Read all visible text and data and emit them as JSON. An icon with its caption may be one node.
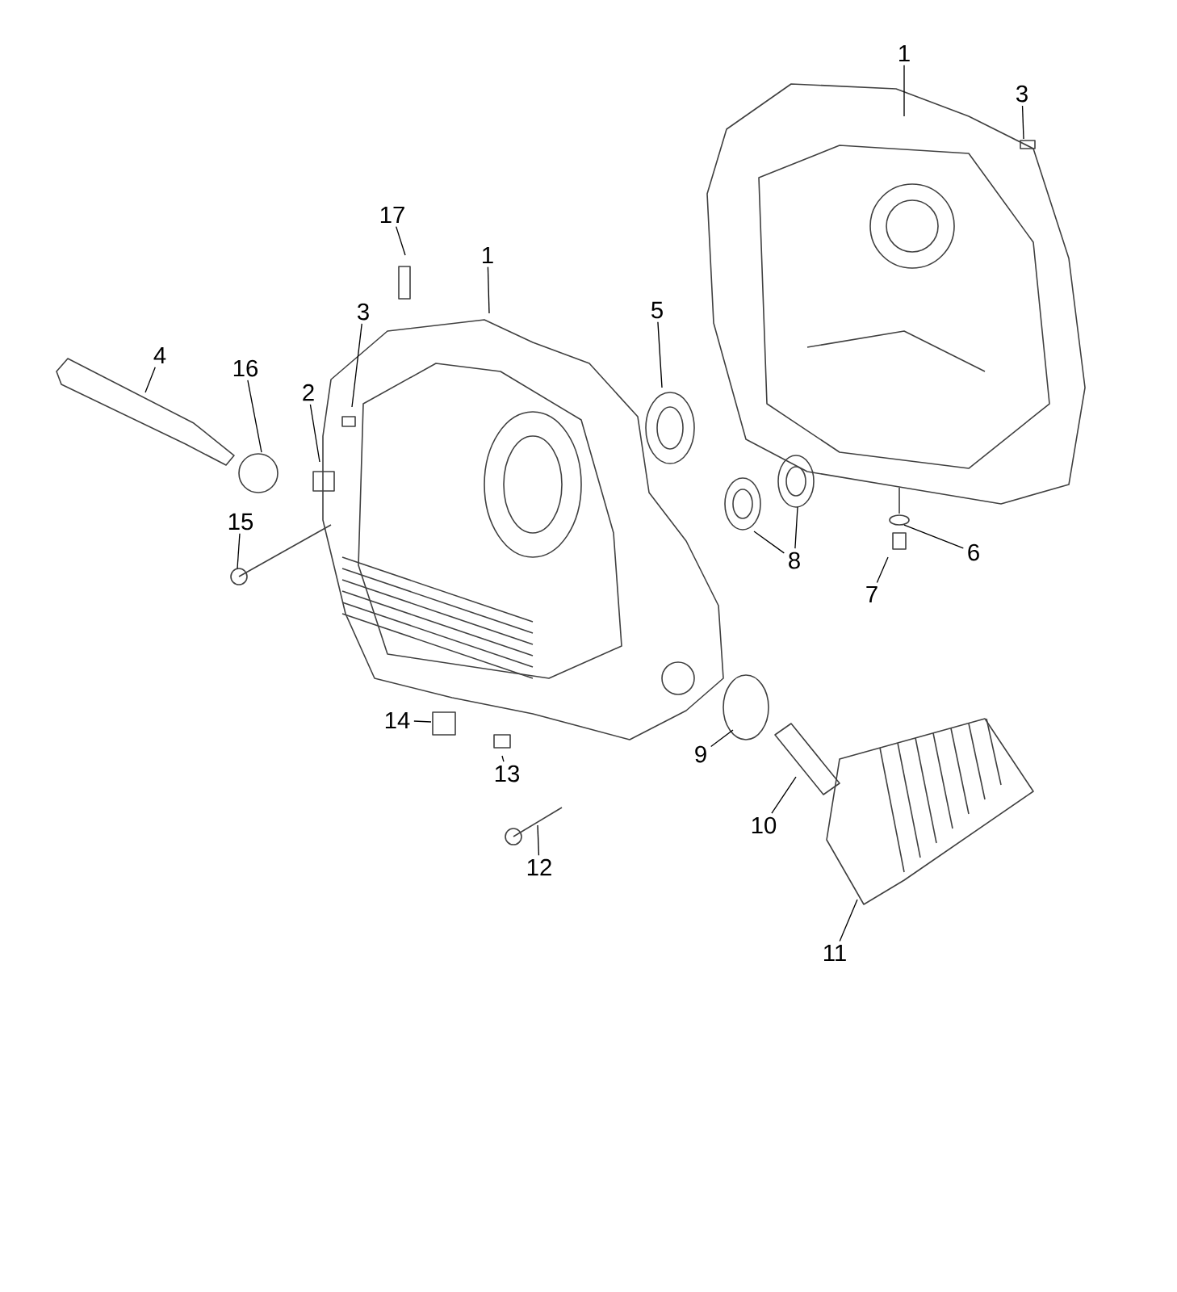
{
  "diagram": {
    "nodes": [
      {
        "text": [
          "1"
        ]
      },
      {
        "text": [
          "3"
        ]
      },
      {
        "text": [
          "17"
        ]
      },
      {
        "text": [
          "1"
        ]
      },
      {
        "text": [
          "3"
        ]
      },
      {
        "text": [
          "4"
        ]
      },
      {
        "text": [
          "16"
        ]
      },
      {
        "text": [
          "2"
        ]
      },
      {
        "text": [
          "5"
        ]
      },
      {
        "text": [
          "15"
        ]
      },
      {
        "text": [
          "8"
        ]
      },
      {
        "text": [
          "6"
        ]
      },
      {
        "text": [
          "7"
        ]
      },
      {
        "text": [
          "14"
        ]
      },
      {
        "text": [
          "9"
        ]
      },
      {
        "text": [
          "13"
        ]
      },
      {
        "text": [
          "10"
        ]
      },
      {
        "text": [
          "12"
        ]
      },
      {
        "text": [
          "11"
        ]
      }
    ],
    "edges": [
      {
        "from": 0,
        "to": null,
        "arrow": "none"
      },
      {
        "from": 1,
        "to": null,
        "arrow": "none"
      },
      {
        "from": 2,
        "to": null,
        "arrow": "none"
      },
      {
        "from": 3,
        "to": null,
        "arrow": "none"
      },
      {
        "from": 4,
        "to": null,
        "arrow": "none"
      },
      {
        "from": 5,
        "to": null,
        "arrow": "none"
      },
      {
        "from": 6,
        "to": null,
        "arrow": "none"
      },
      {
        "from": 7,
        "to": null,
        "arrow": "none"
      },
      {
        "from": 8,
        "to": null,
        "arrow": "none"
      },
      {
        "from": 9,
        "to": null,
        "arrow": "none"
      },
      {
        "from": 10,
        "to": null,
        "arrow": "none"
      },
      {
        "from": 10,
        "to": null,
        "arrow": "none"
      },
      {
        "from": 11,
        "to": null,
        "arrow": "none"
      },
      {
        "from": 12,
        "to": null,
        "arrow": "none"
      },
      {
        "from": 13,
        "to": null,
        "arrow": "none"
      },
      {
        "from": 14,
        "to": null,
        "arrow": "none"
      },
      {
        "from": 15,
        "to": null,
        "arrow": "none"
      },
      {
        "from": 16,
        "to": null,
        "arrow": "none"
      },
      {
        "from": 17,
        "to": null,
        "arrow": "none"
      },
      {
        "from": 18,
        "to": null,
        "arrow": "none"
      }
    ]
  }
}
